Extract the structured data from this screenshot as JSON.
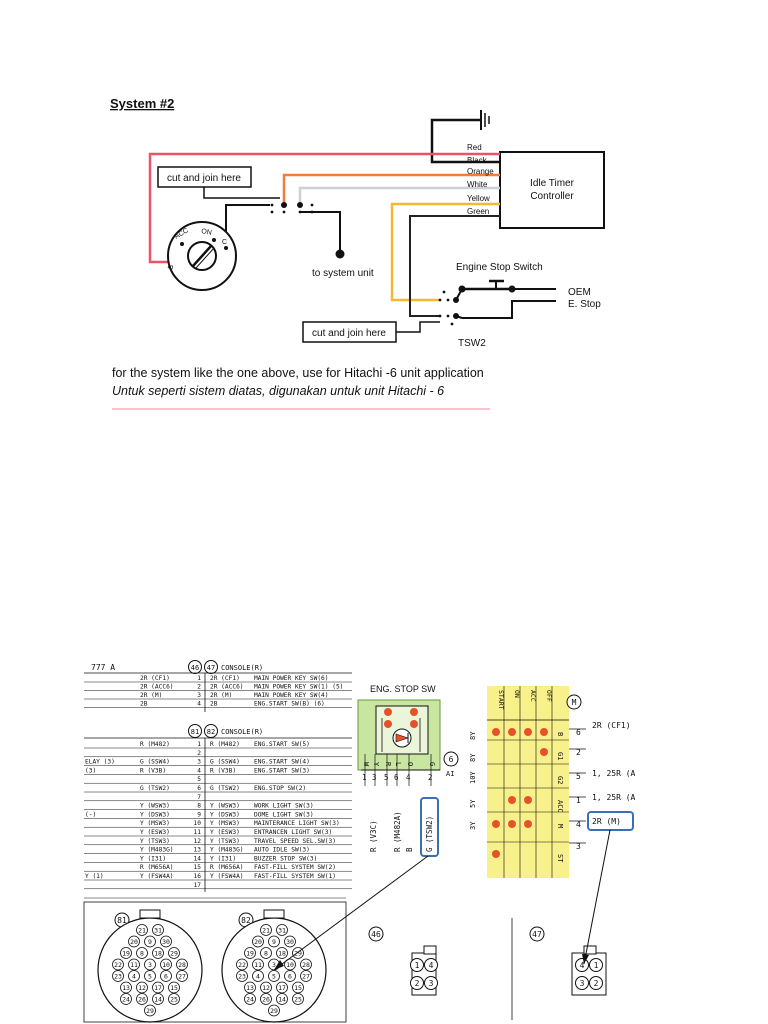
{
  "top": {
    "title": "System #2",
    "labels": {
      "cut_join_1": "cut and join here",
      "cut_join_2": "cut and join here",
      "controller": [
        "Idle Timer",
        "Controller"
      ],
      "to_system": "to system unit",
      "engine_stop": "Engine Stop Switch",
      "oem": [
        "OEM",
        "E. Stop"
      ],
      "tsw2": "TSW2"
    },
    "wires": [
      "Red",
      "Black",
      "Orange",
      "White",
      "Yellow",
      "Green"
    ],
    "key_positions": [
      "ACC",
      "ON",
      "C",
      "B"
    ],
    "caption_en": "for the system like the one above, use for Hitachi -6  unit application",
    "caption_id": "Untuk seperti sistem diatas, digunakan untuk unit Hitachi - 6"
  },
  "table1": {
    "badges": [
      "46",
      "47"
    ],
    "header": "CONSOLE(R)",
    "rows": [
      {
        "left": "2R (CF1)",
        "pin": "1",
        "wire": "2R (CF1)",
        "desc": "MAIN POWER KEY SW(6)"
      },
      {
        "left": "2R (ACC6)",
        "pin": "2",
        "wire": "2R (ACC6)",
        "desc": "MAIN POWER KEY SW(1) (5)"
      },
      {
        "left": "2R (M)",
        "pin": "3",
        "wire": "2R (M)",
        "desc": "MAIN POWER KEY SW(4)"
      },
      {
        "left": "2B",
        "pin": "4",
        "wire": "2B",
        "desc": "ENG.START SW(B) (6)"
      }
    ]
  },
  "table2": {
    "badges": [
      "81",
      "82"
    ],
    "header": "CONSOLE(R)",
    "rows": [
      {
        "prefix": "",
        "left": "R (M482)",
        "pin": "1",
        "wire": "R (M482)",
        "desc": "ENG.START SW(5)"
      },
      {
        "prefix": "",
        "left": "",
        "pin": "2",
        "wire": "",
        "desc": ""
      },
      {
        "prefix": "ELAY (3)",
        "left": "G (SSW4)",
        "pin": "3",
        "wire": "G (SSW4)",
        "desc": "ENG.START SW(4)"
      },
      {
        "prefix": "(3)",
        "left": "R (V3B)",
        "pin": "4",
        "wire": "R (V3B)",
        "desc": "ENG.START SW(3)"
      },
      {
        "prefix": "",
        "left": "",
        "pin": "5",
        "wire": "",
        "desc": ""
      },
      {
        "prefix": "",
        "left": "G (TSW2)",
        "pin": "6",
        "wire": "G (TSW2)",
        "desc": "ENG.STOP SW(2)"
      },
      {
        "prefix": "",
        "left": "",
        "pin": "7",
        "wire": "",
        "desc": ""
      },
      {
        "prefix": "",
        "left": "Y (WSW3)",
        "pin": "8",
        "wire": "Y (WSW3)",
        "desc": "WORK LIGHT SW(3)"
      },
      {
        "prefix": "(-)",
        "left": "Y (DSW3)",
        "pin": "9",
        "wire": "Y (DSW3)",
        "desc": "DOME LIGHT SW(3)"
      },
      {
        "prefix": "",
        "left": "Y (MSW3)",
        "pin": "10",
        "wire": "Y (MSW3)",
        "desc": "MAINTERANCE LIGHT SW(3)"
      },
      {
        "prefix": "",
        "left": "Y (ESW3)",
        "pin": "11",
        "wire": "Y (ESW3)",
        "desc": "ENTRANCEN LIGHT SW(3)"
      },
      {
        "prefix": "",
        "left": "Y (TSW3)",
        "pin": "12",
        "wire": "Y (TSW3)",
        "desc": "TRAVEL SPEED SEL.SW(3)"
      },
      {
        "prefix": "",
        "left": "Y (M483G)",
        "pin": "13",
        "wire": "Y (M483G)",
        "desc": "AUTO IDLE SW(3)"
      },
      {
        "prefix": "",
        "left": "Y (I31)",
        "pin": "14",
        "wire": "Y (I31)",
        "desc": "BUZZER STOP SW(3)"
      },
      {
        "prefix": "",
        "left": "R (M656A)",
        "pin": "15",
        "wire": "R (M656A)",
        "desc": "FAST-FILL SYSTEM SW(2)"
      },
      {
        "prefix": "Y (1)",
        "left": "Y (FSW4A)",
        "pin": "16",
        "wire": "Y (FSW4A)",
        "desc": "FAST-FILL SYSTEM SW(1)"
      },
      {
        "prefix": "",
        "left": "",
        "pin": "17",
        "wire": "",
        "desc": ""
      }
    ],
    "header_mark": "777 A"
  },
  "eng_stop": {
    "title": "ENG. STOP SW",
    "pin_letters": [
      "W",
      "Y",
      "R",
      "L",
      "O",
      "G"
    ],
    "pin_numbers": [
      "1",
      "3",
      "5",
      "6",
      "4",
      "2"
    ],
    "wires": [
      "R (V3C)",
      "R (M482A)",
      "B",
      "G (TSW2)"
    ],
    "badge": "6",
    "side": "AI"
  },
  "key_switch": {
    "badge": "M",
    "columns": [
      "START",
      "ON",
      "ACC",
      "OFF"
    ],
    "rows": [
      "B",
      "G1",
      "G2",
      "ACC",
      "M",
      "ST"
    ],
    "left_labels": [
      "8Y",
      "8Y",
      "10Y",
      "5Y",
      "3Y"
    ],
    "pins": [
      "6",
      "2",
      "5",
      "1",
      "4",
      "3"
    ],
    "wires": [
      "2R (CF1)",
      "1, 25R (A",
      "1, 25R (A",
      "2R (M)"
    ]
  },
  "connectors": {
    "c81": {
      "label": "81",
      "pins": [
        [
          "21",
          "31"
        ],
        [
          "20",
          "9",
          "30"
        ],
        [
          "19",
          "8",
          "18",
          "29"
        ],
        [
          "22",
          "11",
          "3",
          "10",
          "28"
        ],
        [
          "23",
          "4",
          "5",
          "6",
          "27"
        ],
        [
          "13",
          "12",
          "17",
          "15"
        ],
        [
          "24",
          "26",
          "14",
          "25"
        ],
        [
          "29"
        ]
      ]
    },
    "c82": {
      "label": "82"
    },
    "c46": {
      "label": "46",
      "pins": [
        "1",
        "4",
        "2",
        "3"
      ]
    },
    "c47": {
      "label": "47",
      "pins": [
        "4",
        "1",
        "3",
        "2"
      ]
    }
  }
}
